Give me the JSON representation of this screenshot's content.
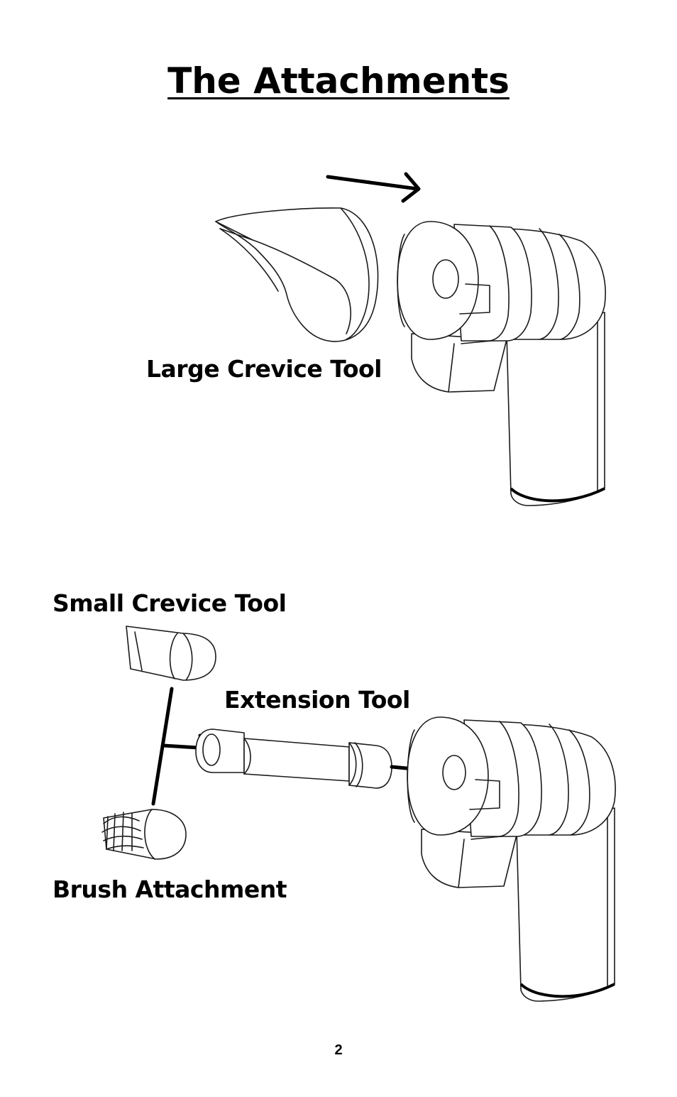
{
  "page": {
    "title": "The Attachments",
    "page_number": "2"
  },
  "labels": {
    "large_crevice_tool": "Large Crevice Tool",
    "small_crevice_tool": "Small Crevice Tool",
    "extension_tool": "Extension Tool",
    "brush_attachment": "Brush Attachment"
  },
  "colors": {
    "ink": "#000000",
    "paper": "#ffffff"
  }
}
